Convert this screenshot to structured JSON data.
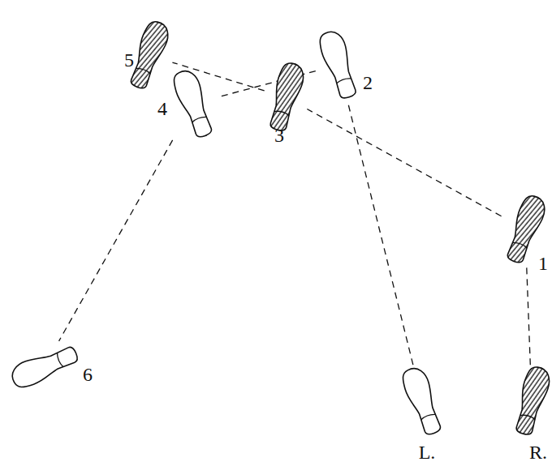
{
  "diagram": {
    "nodes": [
      {
        "text": [
          "5"
        ]
      },
      {
        "text": [
          "2"
        ]
      },
      {
        "text": [
          "4"
        ]
      },
      {
        "text": [
          "3"
        ]
      },
      {
        "text": [
          "1"
        ]
      },
      {
        "text": [
          "6"
        ]
      },
      {
        "text": [
          "L."
        ]
      },
      {
        "text": [
          "R."
        ]
      }
    ],
    "edges": [
      {
        "from": 7,
        "to": 4,
        "arrow": "none"
      },
      {
        "from": 6,
        "to": 1,
        "arrow": "none"
      },
      {
        "from": 4,
        "to": 3,
        "arrow": "none"
      },
      {
        "from": 1,
        "to": 2,
        "arrow": "none"
      },
      {
        "from": 3,
        "to": 0,
        "arrow": "none"
      },
      {
        "from": 2,
        "to": 5,
        "arrow": "none"
      }
    ]
  }
}
